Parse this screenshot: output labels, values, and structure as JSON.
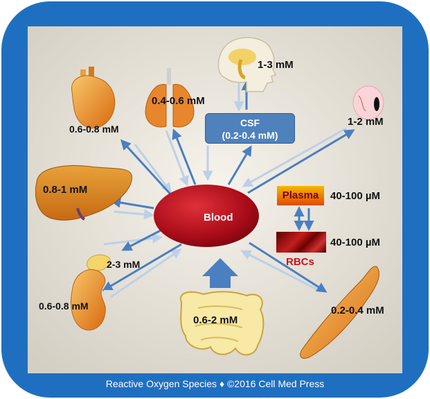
{
  "center": {
    "label": "Blood"
  },
  "csf": {
    "title": "CSF",
    "range": "(0.2-0.4 mM)"
  },
  "brain": {
    "value": "1-3 mM",
    "icon": "brain-icon"
  },
  "lungs": {
    "value": "0.4-0.6 mM",
    "icon": "lungs-icon"
  },
  "heart": {
    "value": "0.6-0.8 mM",
    "icon": "heart-icon"
  },
  "eye": {
    "value": "1-2 mM",
    "icon": "eye-icon"
  },
  "liver": {
    "value": "0.8-1 mM",
    "icon": "liver-icon"
  },
  "plasma": {
    "label": "Plasma",
    "value": "40-100 µM"
  },
  "rbcs": {
    "label": "RBCs",
    "value": "40-100 µM"
  },
  "adrenal": {
    "value": "2-3 mM",
    "icon": "adrenal-gland-icon"
  },
  "kidney": {
    "value": "0.6-0.8 mM",
    "icon": "kidney-icon"
  },
  "intestine": {
    "value": "0.6-2 mM",
    "icon": "intestine-icon"
  },
  "muscle": {
    "value": "0.2-0.4 mM",
    "icon": "muscle-icon"
  },
  "footer": {
    "text": "Reactive Oxygen Species ♦ ©2016 Cell Med Press"
  },
  "colors": {
    "frame": "#1f6fc1",
    "arrow_dark": "#4a7fc1",
    "arrow_light": "#bcd0e8",
    "blood": "#b01020"
  }
}
